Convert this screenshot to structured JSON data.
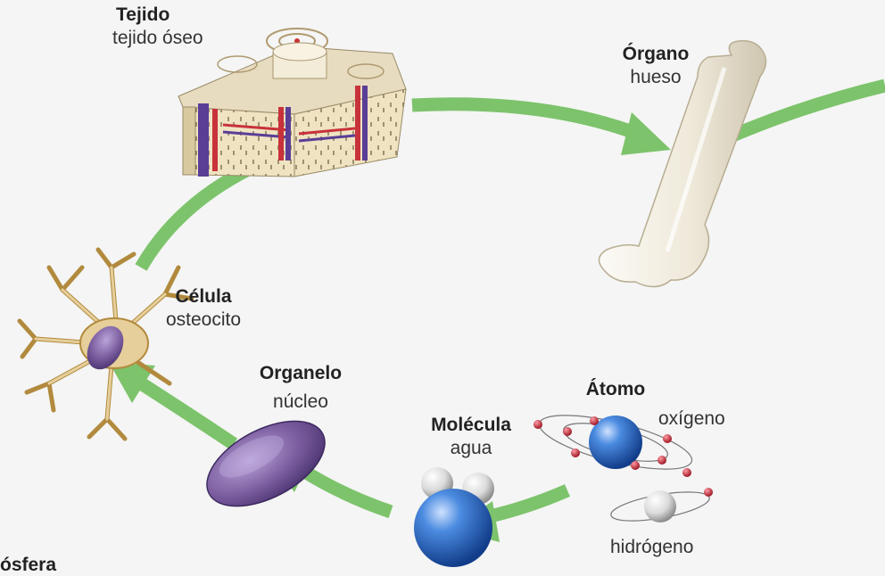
{
  "levels": {
    "tejido": {
      "title": "Tejido",
      "sub": "tejido óseo"
    },
    "organo": {
      "title": "Órgano",
      "sub": "hueso"
    },
    "celula": {
      "title": "Célula",
      "sub": "osteocito"
    },
    "organelo": {
      "title": "Organelo",
      "sub": "núcleo"
    },
    "molecula": {
      "title": "Molécula",
      "sub": "agua"
    },
    "atomo": {
      "title": "Átomo",
      "sub": "oxígeno",
      "sub2": "hidrógeno"
    }
  },
  "cut_text": "ósfera",
  "colors": {
    "arrow": "#7dc36b",
    "atom_blue": "#2f6fc0",
    "electron_red": "#cc2a3a",
    "nucleus_purple": "#7a5c9e",
    "cell_tan": "#e6cf9a",
    "bone": "#f1ede2"
  }
}
